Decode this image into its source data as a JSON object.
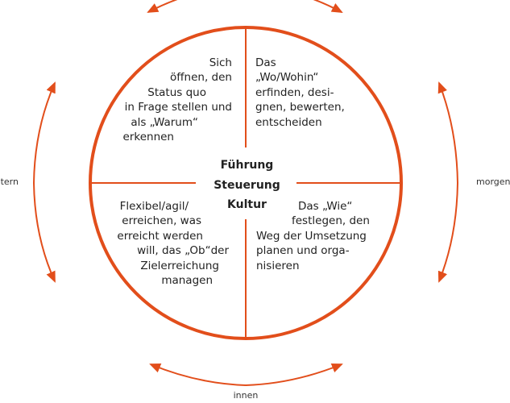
{
  "diagram": {
    "accent_color": "#e24e1b",
    "center": {
      "lines": [
        "Führung",
        "Steuerung",
        "Kultur"
      ]
    },
    "quadrants": {
      "top_left": {
        "lines": [
          "Sich",
          "öffnen, den",
          "Status quo",
          "in Frage stellen und",
          "als „Warum“",
          "erkennen"
        ]
      },
      "top_right": {
        "lines": [
          "Das",
          "„Wo/Wohin“",
          "erfinden, desi-",
          "gnen, bewerten,",
          "entscheiden"
        ]
      },
      "bottom_left": {
        "lines": [
          "Flexibel/agil/",
          "erreichen, was",
          "erreicht werden",
          "will, das „Ob“der",
          "Zielerreichung",
          "managen"
        ]
      },
      "bottom_right": {
        "lines": [
          "Das „Wie“",
          "festlegen, den",
          "Weg der Umsetzung",
          "planen und orga-",
          "nisieren"
        ]
      }
    },
    "edge_labels": {
      "left": "gestern",
      "right": "morgen",
      "bottom": "innen"
    }
  }
}
